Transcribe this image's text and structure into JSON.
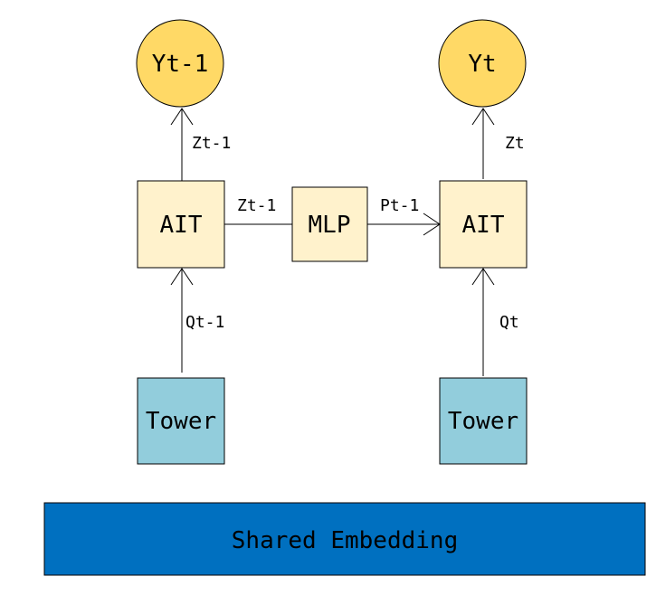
{
  "nodes": {
    "output_prev": "Yt-1",
    "output_curr": "Yt",
    "ait_prev": "AIT",
    "ait_curr": "AIT",
    "mlp": "MLP",
    "tower_prev": "Tower",
    "tower_curr": "Tower",
    "shared_embedding": "Shared Embedding"
  },
  "edges": {
    "z_prev_up": "Zt-1",
    "z_curr_up": "Zt",
    "z_prev_to_mlp": "Zt-1",
    "p_prev_to_ait": "Pt-1",
    "q_prev": "Qt-1",
    "q_curr": "Qt"
  },
  "colors": {
    "output_fill": "#FFD966",
    "box_fill": "#FFF2CC",
    "tower_fill": "#92CDDC",
    "embedding_fill": "#0070C0",
    "stroke": "#000000"
  }
}
